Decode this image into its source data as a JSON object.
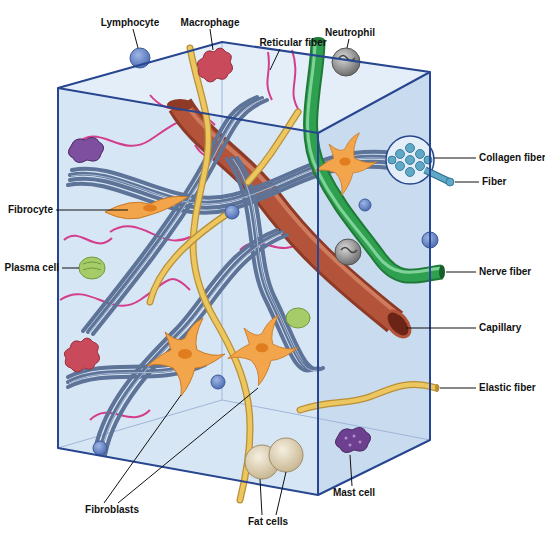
{
  "diagram": {
    "labels": [
      "Lymphocyte",
      "Macrophage",
      "Reticular fiber",
      "Neutrophil",
      "Collagen fiber",
      "Fiber",
      "Fibrocyte",
      "Plasma cell",
      "Nerve fiber",
      "Capillary",
      "Elastic fiber",
      "Fibroblasts",
      "Fat cells",
      "Mast cell"
    ]
  }
}
